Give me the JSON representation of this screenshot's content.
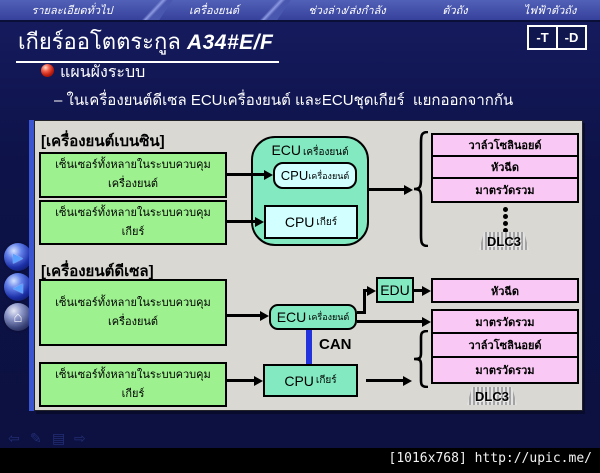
{
  "tabs": [
    "รายละเอียดทั่วไป",
    "เครื่องยนต์",
    "ช่วงล่าง/ส่งกำลัง",
    "ตัวถัง",
    "ไฟฟ้าตัวถัง"
  ],
  "titlebar": {
    "title": "เกียร์ออโตตระกูล",
    "model": "A34#E/F",
    "btn_t": "-T",
    "btn_d": "-D"
  },
  "heading": {
    "text": "แผนผังระบบ"
  },
  "subheading": {
    "text": "– ในเครื่องยนต์ดีเซล ECUเครื่องยนต์ และECUชุดเกียร์  แยกออกจากกัน"
  },
  "diagram": {
    "benzin": {
      "section_label": "[เครื่องยนต์เบนซิน]",
      "sensor_engine_line1": "เซ็นเซอร์ทั้งหลายในระบบควบคุม",
      "sensor_engine_line2": "เครื่องยนต์",
      "sensor_gear_line1": "เซ็นเซอร์ทั้งหลายในระบบควบคุม",
      "sensor_gear_line2": "เกียร์",
      "ecu_label": "ECU",
      "ecu_sublabel": "เครื่องยนต์",
      "cpu_engine_label": "CPU",
      "cpu_engine_sublabel": "เครื่องยนต์",
      "cpu_gear_label": "CPU",
      "cpu_gear_sublabel": "เกียร์",
      "outputs": [
        "วาล์วโซลินอยด์",
        "หัวฉีด",
        "มาตรวัดรวม"
      ],
      "connector": "DLC3"
    },
    "diesel": {
      "section_label": "[เครื่องยนต์ดีเซล]",
      "sensor_engine_line1": "เซ็นเซอร์ทั้งหลายในระบบควบคุม",
      "sensor_engine_line2": "เครื่องยนต์",
      "sensor_gear_line1": "เซ็นเซอร์ทั้งหลายในระบบควบคุม",
      "sensor_gear_line2": "เกียร์",
      "ecu_label": "ECU",
      "ecu_sublabel": "เครื่องยนต์",
      "edu_label": "EDU",
      "bus_label": "CAN",
      "cpu_gear_label": "CPU",
      "cpu_gear_sublabel": "เกียร์",
      "output_injector": "หัวฉีด",
      "output_meter": "มาตรวัดรวม",
      "output_solenoid": "วาล์วโซลินอยด์",
      "output_meter2": "มาตรวัดรวม",
      "connector": "DLC3"
    }
  },
  "nav": {
    "forward_icon": "▶",
    "back_icon": "◀",
    "home_icon": "⌂"
  },
  "toolbar_icons": {
    "back": "⇦",
    "edit": "✎",
    "list": "▤",
    "forward": "⇨"
  },
  "footer": {
    "watermark": "[1016x768] http://upic.me/"
  },
  "colors": {
    "background_navy": "#0d1245",
    "tabbar_blue": "#4350aa",
    "panel_gray": "#d9d8d3",
    "sensor_green": "#9df18f",
    "ecu_mint": "#82e9c1",
    "cpu_cyan": "#d2ffff",
    "output_pink": "#f9c8f4",
    "can_blue": "#2233dd"
  }
}
